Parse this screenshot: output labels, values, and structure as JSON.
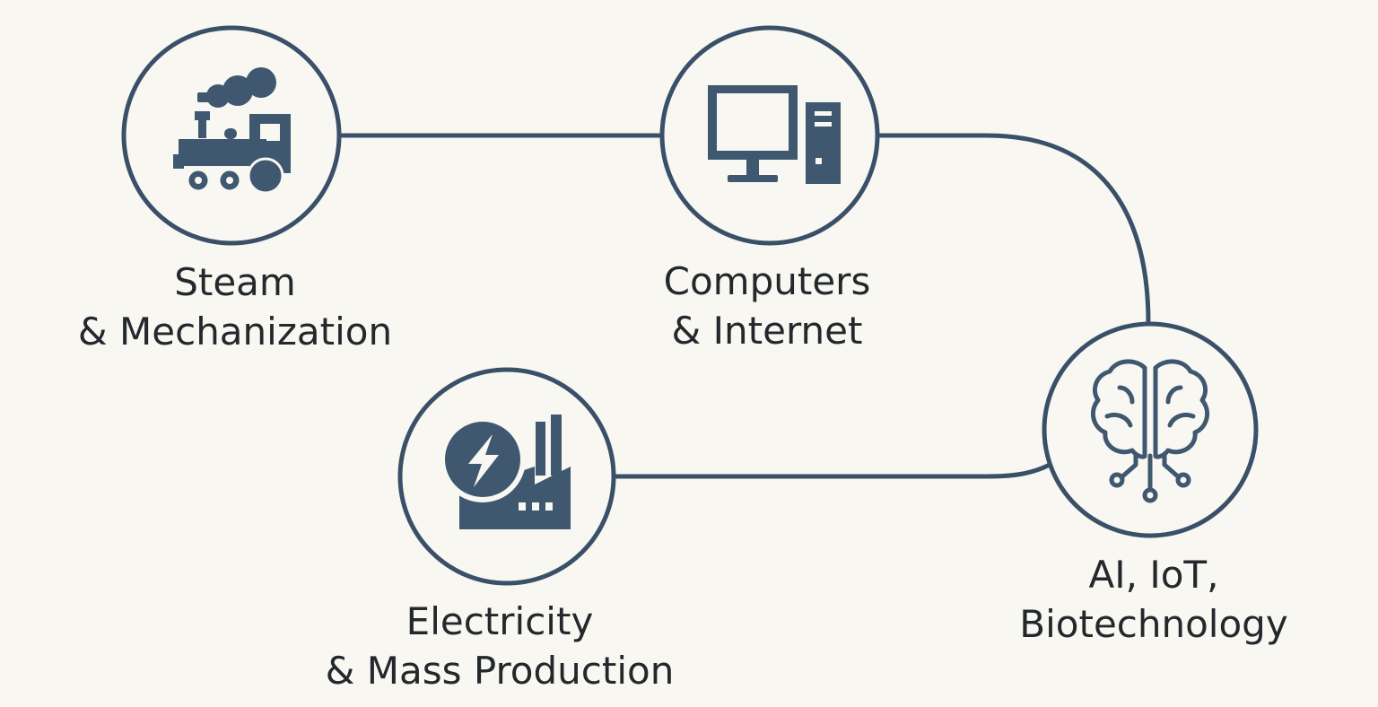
{
  "colors": {
    "stroke": "#3a5068",
    "icon": "#3f5870",
    "background": "#f8f7f2",
    "text": "#23282d"
  },
  "nodes": [
    {
      "id": "steam",
      "icon": "steam-locomotive-icon",
      "label_line1": "Steam",
      "label_line2": "& Mechanization"
    },
    {
      "id": "computers",
      "icon": "desktop-computer-icon",
      "label_line1": "Computers",
      "label_line2": "& Internet"
    },
    {
      "id": "ai",
      "icon": "brain-circuit-icon",
      "label_line1": "AI, IoT,",
      "label_line2": "Biotechnology"
    },
    {
      "id": "electricity",
      "icon": "electric-factory-icon",
      "label_line1": "Electricity",
      "label_line2": "& Mass Production"
    }
  ]
}
